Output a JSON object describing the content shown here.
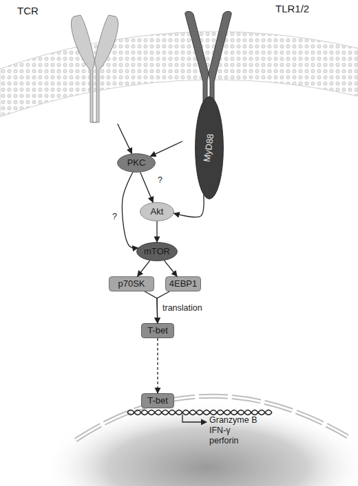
{
  "diagram": {
    "nodes": [
      {
        "text": [
          "TCR"
        ]
      },
      {
        "text": [
          "TLR1/2"
        ]
      },
      {
        "text": [
          "MyD88"
        ]
      },
      {
        "text": [
          "PKC"
        ]
      },
      {
        "text": [
          "Akt"
        ]
      },
      {
        "text": [
          "mTOR"
        ]
      },
      {
        "text": [
          "p70SK"
        ]
      },
      {
        "text": [
          "4EBP1"
        ]
      },
      {
        "text": [
          "T-bet"
        ]
      },
      {
        "text": [
          "T-bet"
        ]
      }
    ],
    "edges": [
      {
        "from": 0,
        "to": 3,
        "arrow": "to"
      },
      {
        "from": 1,
        "to": 3,
        "arrow": "to"
      },
      {
        "from": 3,
        "to": 4,
        "label": "?",
        "arrow": "to"
      },
      {
        "from": 3,
        "to": 5,
        "label": "?",
        "arrow": "to"
      },
      {
        "from": 2,
        "to": 4,
        "arrow": "to"
      },
      {
        "from": 4,
        "to": 5,
        "arrow": "to"
      },
      {
        "from": 5,
        "to": 6,
        "arrow": "to"
      },
      {
        "from": 5,
        "to": 7,
        "arrow": "to"
      },
      {
        "from": 6,
        "to": 8,
        "label": "translation",
        "arrow": "to"
      },
      {
        "from": 7,
        "to": 8,
        "arrow": "to"
      },
      {
        "from": 8,
        "to": 9,
        "arrow": "to"
      }
    ],
    "labels": [
      "Granzyme B",
      "IFN-γ",
      "perforin"
    ]
  }
}
